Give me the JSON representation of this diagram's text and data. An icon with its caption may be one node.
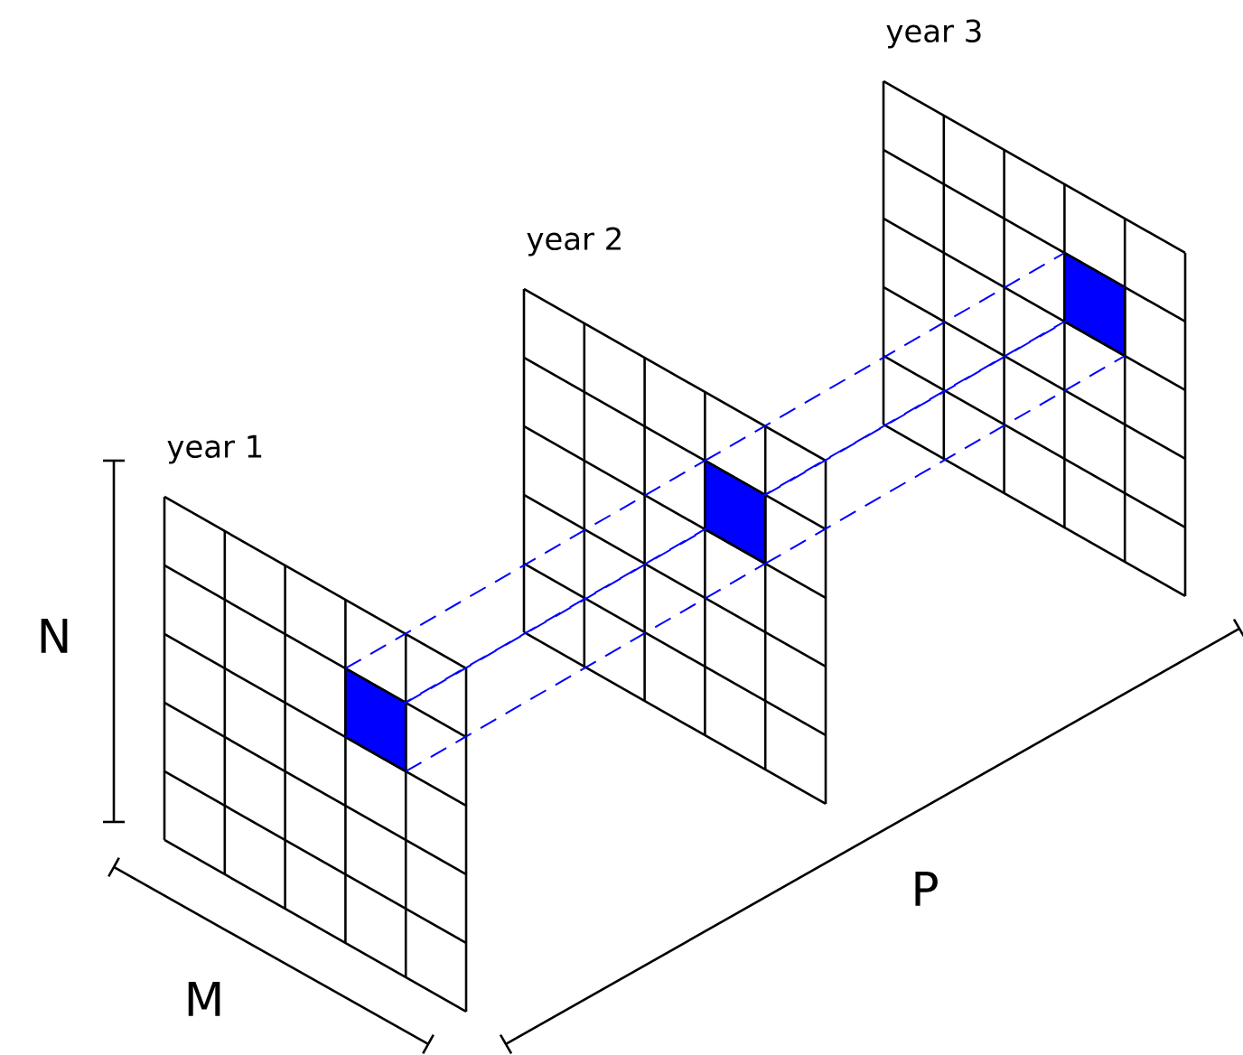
{
  "diagram": {
    "nodes": [
      {
        "text": [
          "year 1"
        ]
      },
      {
        "text": [
          "year 2"
        ]
      },
      {
        "text": [
          "year 3"
        ]
      },
      {
        "text": [],
        "shape": "box",
        "in": 0
      },
      {
        "text": [],
        "shape": "box",
        "in": 1
      },
      {
        "text": [],
        "shape": "box",
        "in": 2
      }
    ],
    "edges": [
      {
        "from": 3,
        "to": 4,
        "arrow": "none",
        "style": "dashed",
        "color": "#0000ff"
      },
      {
        "from": 4,
        "to": 5,
        "arrow": "none",
        "style": "dashed",
        "color": "#0000ff"
      }
    ],
    "labels": [
      "N",
      "M",
      "P"
    ]
  }
}
